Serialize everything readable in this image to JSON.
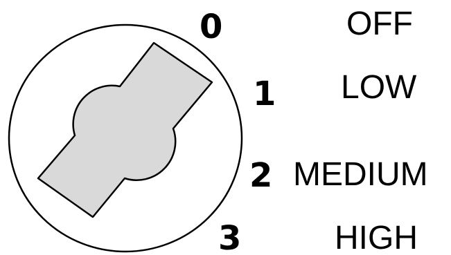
{
  "switch": {
    "positions": [
      {
        "number": "0",
        "label": "OFF"
      },
      {
        "number": "1",
        "label": "LOW"
      },
      {
        "number": "2",
        "label": "MEDIUM"
      },
      {
        "number": "3",
        "label": "HIGH"
      }
    ],
    "selected_position": "0",
    "colors": {
      "knob_fill": "#d9d9d9",
      "outline": "#000000",
      "dial_fill": "#ffffff"
    },
    "icon": "rotary-switch-icon"
  }
}
